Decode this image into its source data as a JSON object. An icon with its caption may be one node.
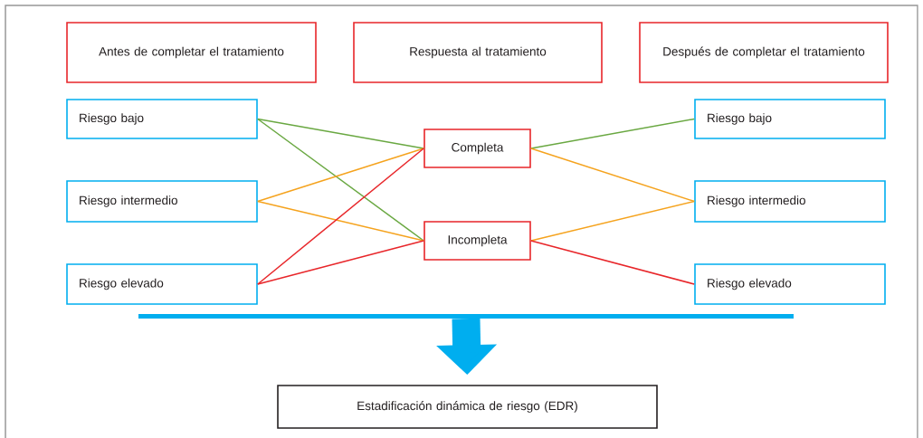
{
  "diagram": {
    "nodes": [
      {
        "text": [
          "Antes de completar el tratamiento"
        ]
      },
      {
        "text": [
          "Respuesta al tratamiento"
        ]
      },
      {
        "text": [
          "Después de completar el tratamiento"
        ]
      },
      {
        "text": [
          "Riesgo bajo"
        ]
      },
      {
        "text": [
          "Riesgo intermedio"
        ]
      },
      {
        "text": [
          "Riesgo elevado"
        ]
      },
      {
        "text": [
          "Completa"
        ]
      },
      {
        "text": [
          "Incompleta"
        ]
      },
      {
        "text": [
          "Riesgo bajo"
        ]
      },
      {
        "text": [
          "Riesgo intermedio"
        ]
      },
      {
        "text": [
          "Riesgo elevado"
        ]
      },
      {
        "text": [
          "Estadificación dinámica de riesgo (EDR)"
        ]
      },
      {
        "text": [],
        "shape": "bar"
      }
    ],
    "edges": [
      {
        "from": 3,
        "to": 6,
        "arrow": "none",
        "color": "#6aa842"
      },
      {
        "from": 3,
        "to": 7,
        "arrow": "none",
        "color": "#6aa842"
      },
      {
        "from": 4,
        "to": 6,
        "arrow": "none",
        "color": "#f5a31e"
      },
      {
        "from": 4,
        "to": 7,
        "arrow": "none",
        "color": "#f5a31e"
      },
      {
        "from": 5,
        "to": 6,
        "arrow": "none",
        "color": "#e8262a"
      },
      {
        "from": 5,
        "to": 7,
        "arrow": "none",
        "color": "#e8262a"
      },
      {
        "from": 6,
        "to": 8,
        "arrow": "none",
        "color": "#6aa842"
      },
      {
        "from": 6,
        "to": 9,
        "arrow": "none",
        "color": "#f5a31e"
      },
      {
        "from": 7,
        "to": 9,
        "arrow": "none",
        "color": "#f5a31e"
      },
      {
        "from": 7,
        "to": 10,
        "arrow": "none",
        "color": "#e8262a"
      },
      {
        "from": 12,
        "to": 11,
        "arrow": "to",
        "style": "thick",
        "color": "#00aeef"
      }
    ]
  }
}
